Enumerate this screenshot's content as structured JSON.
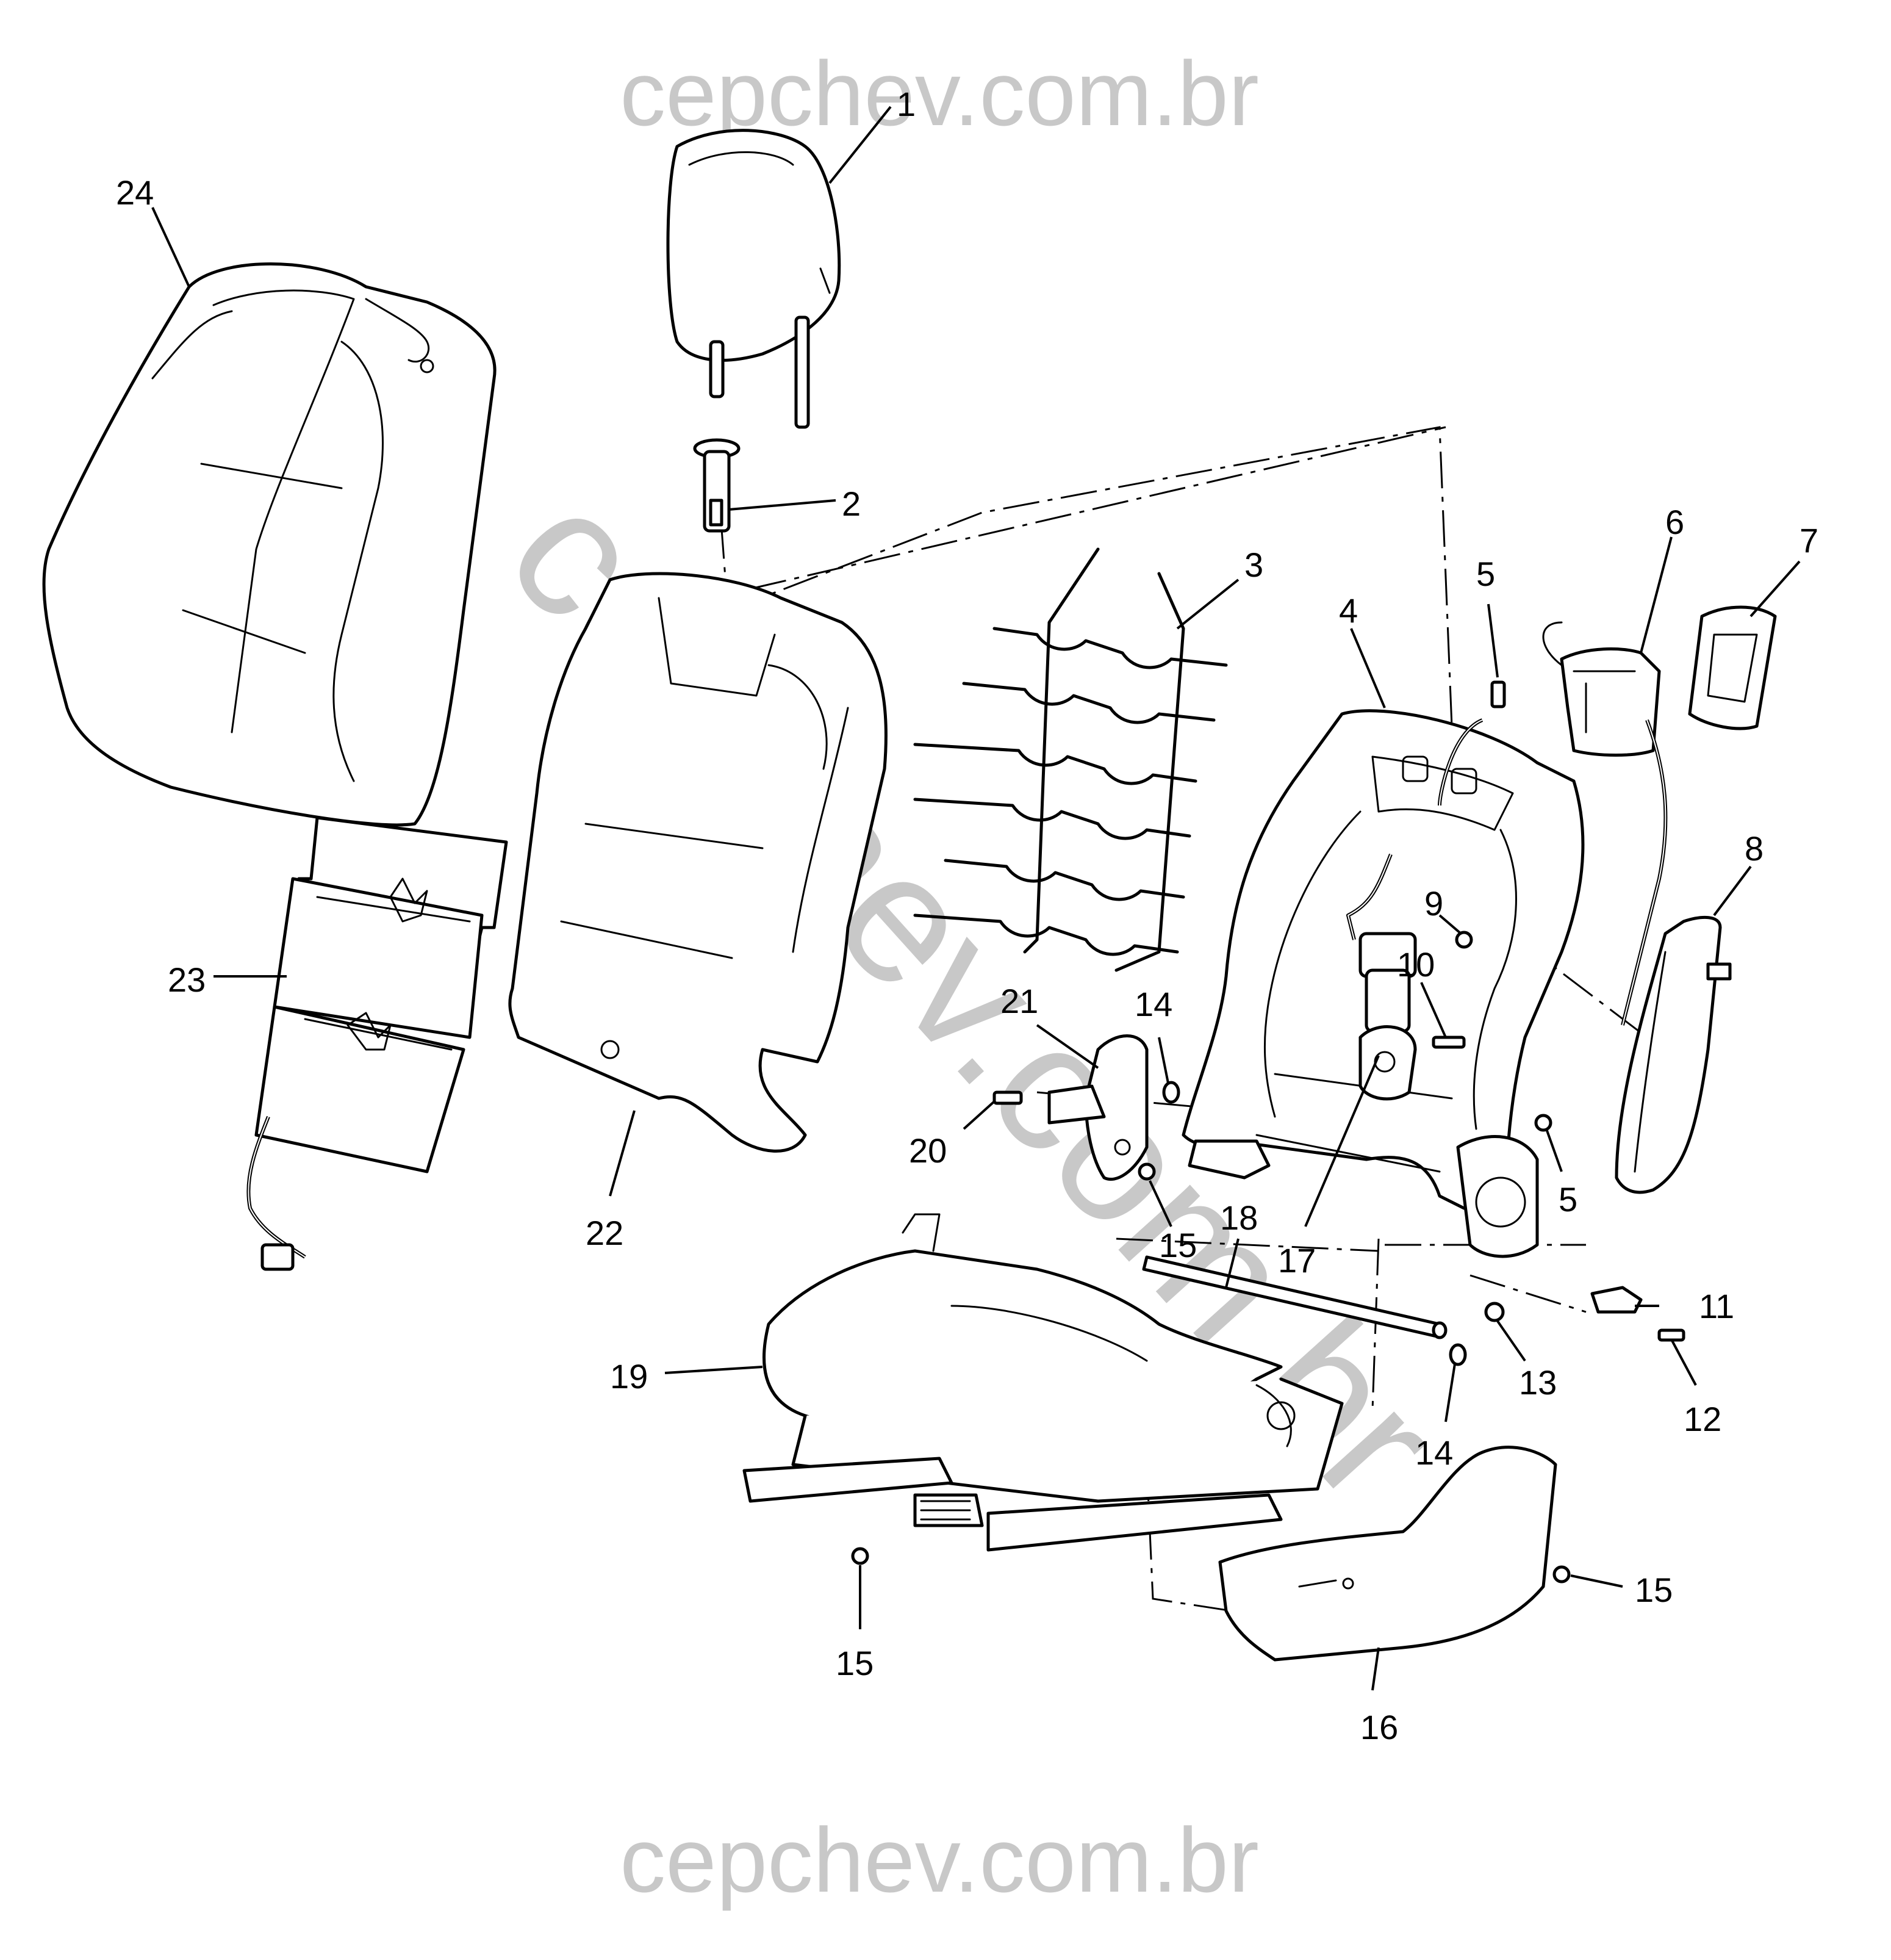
{
  "watermark": {
    "top": "cepchev.com.br",
    "bottom": "cepchev.com.br",
    "diagonal": "cepchev.com.br"
  },
  "callouts": {
    "c1": "1",
    "c2": "2",
    "c3": "3",
    "c4": "4",
    "c5a": "5",
    "c5b": "5",
    "c6": "6",
    "c7": "7",
    "c8": "8",
    "c9": "9",
    "c10": "10",
    "c11": "11",
    "c12": "12",
    "c13": "13",
    "c14a": "14",
    "c14b": "14",
    "c15a": "15",
    "c15b": "15",
    "c15c": "15",
    "c16": "16",
    "c17": "17",
    "c18": "18",
    "c19": "19",
    "c20": "20",
    "c21": "21",
    "c22": "22",
    "c23": "23",
    "c24": "24"
  }
}
